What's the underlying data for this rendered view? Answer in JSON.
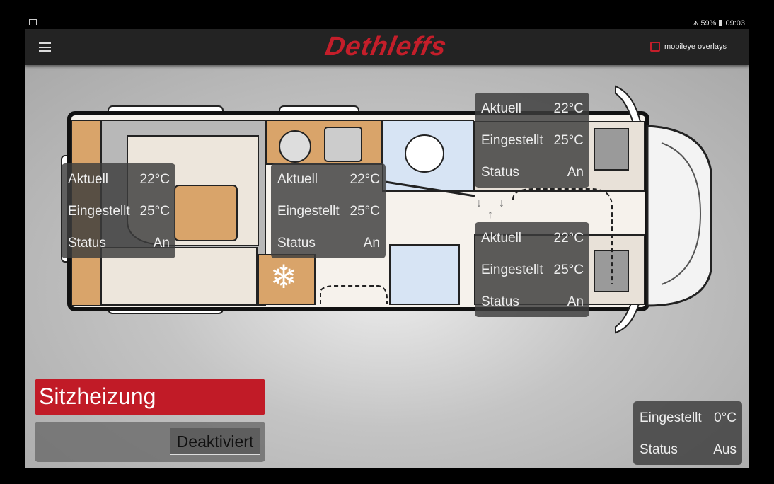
{
  "status_bar": {
    "battery": "59%",
    "time": "09:03"
  },
  "header": {
    "logo": "Dethleffs",
    "overlay_toggle_label": "mobileye overlays",
    "overlay_checked": false
  },
  "zones": [
    {
      "aktuell_label": "Aktuell",
      "aktuell": "22°C",
      "eingestellt_label": "Eingestellt",
      "eingestellt": "25°C",
      "status_label": "Status",
      "status": "An"
    },
    {
      "aktuell_label": "Aktuell",
      "aktuell": "22°C",
      "eingestellt_label": "Eingestellt",
      "eingestellt": "25°C",
      "status_label": "Status",
      "status": "An"
    },
    {
      "aktuell_label": "Aktuell",
      "aktuell": "22°C",
      "eingestellt_label": "Eingestellt",
      "eingestellt": "25°C",
      "status_label": "Status",
      "status": "An"
    },
    {
      "aktuell_label": "Aktuell",
      "aktuell": "22°C",
      "eingestellt_label": "Eingestellt",
      "eingestellt": "25°C",
      "status_label": "Status",
      "status": "An"
    }
  ],
  "floor_zone": {
    "eingestellt_label": "Eingestellt",
    "eingestellt": "0°C",
    "status_label": "Status",
    "status": "Aus"
  },
  "seat_heating": {
    "title": "Sitzheizung",
    "button": "Deaktiviert"
  },
  "colors": {
    "accent": "#c11b27",
    "header": "#232323",
    "wood": "#d9a46a"
  }
}
